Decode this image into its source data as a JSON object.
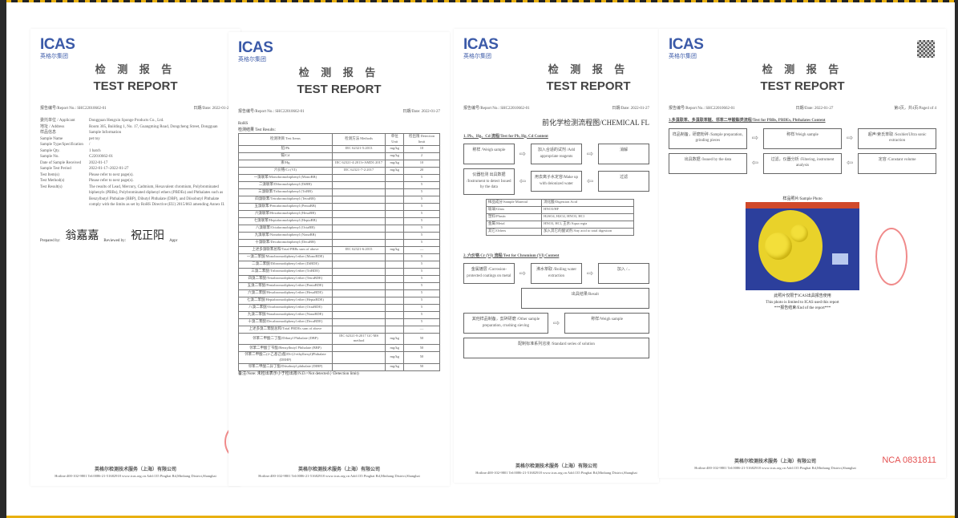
{
  "logo": {
    "brand": "ICAS",
    "sub": "英格尔集团"
  },
  "title_cn": "检 测 报 告",
  "title_en": "TEST REPORT",
  "report_no_label": "报告编号/Report No.:",
  "report_no": "SHC22010662-01",
  "date_label": "日期/Date:",
  "date": "2022-01-27",
  "page_label": "第4页，共4页/Page4 of 4",
  "page1": {
    "rows": [
      {
        "k": "委托单位 / Applicant",
        "v": "Dongguan Hengxin Sponge Products Co., Ltd."
      },
      {
        "k": "地址 / Address",
        "v": "Room 305, Building 1, No. 17, Guangming Road, Dongcheng Street, Dongguan"
      },
      {
        "k": "样品信息",
        "v": "Sample Information"
      },
      {
        "k": "Sample Name",
        "v": "pet toy"
      },
      {
        "k": "Sample Type/Specification",
        "v": "/"
      },
      {
        "k": "Sample Qty.",
        "v": "1 batch"
      },
      {
        "k": "Sample No.",
        "v": "C22010662-01"
      },
      {
        "k": "Date of Sample Received",
        "v": "2022-01-17"
      },
      {
        "k": "Sample Test Period",
        "v": "2022-01-17~2022-01-27"
      },
      {
        "k": "Test Item(s)",
        "v": "Please refer to next page(s)."
      },
      {
        "k": "Test Method(s)",
        "v": "Please refer to next page(s)."
      },
      {
        "k": "Test Result(s)",
        "v": "The results of Lead, Mercury, Cadmium, Hexavalent chromium, Polybrominated biphenyls (PBBs), Polybrominated diphenyl ethers (PBDEs) and Phthalates such as Benzylbutyl Phthalate (BBP), Dibutyl Phthalate (DBP), and Diisobutyl Phthalate comply with the limits as set by RoHS Directive (EU) 2015/863 amending Annex II."
      }
    ],
    "prepared_label": "Prepared by:",
    "prepared_sig": "翁嘉嘉",
    "reviewed_label": "Reviewed by:",
    "reviewed_sig": "祝正阳",
    "approved_label": "Appr"
  },
  "page2": {
    "heading": "RoHS",
    "results_label": "检测结果 Test Results:",
    "headers": [
      "检测项目 Test Items",
      "检测方法 Methods",
      "单位 Unit",
      "检出限 Detection limit"
    ],
    "rows": [
      [
        "铅/Pb",
        "IEC 62321-5:2013",
        "mg/kg",
        "10"
      ],
      [
        "镉/Cd",
        "",
        "mg/kg",
        "2"
      ],
      [
        "汞/Hg",
        "IEC 62321-4:2013+AMD1:2017",
        "mg/kg",
        "10"
      ],
      [
        "六价铬/Cr (VI)",
        "IEC 62321-7-2:2017",
        "mg/kg",
        "20"
      ],
      [
        "一溴联苯/Monobromobiphenyl (MonoBB)",
        "",
        "",
        "5"
      ],
      [
        "二溴联苯/Dibromobiphenyl (DiBB)",
        "",
        "",
        "5"
      ],
      [
        "三溴联苯/Tribromobiphenyl (TriBB)",
        "",
        "",
        "5"
      ],
      [
        "四溴联苯/Tetrabromobiphenyl (TetraBB)",
        "",
        "",
        "5"
      ],
      [
        "五溴联苯/Pentabromobiphenyl (PentaBB)",
        "",
        "",
        "5"
      ],
      [
        "六溴联苯/Hexabromobiphenyl (HexaBB)",
        "",
        "",
        "5"
      ],
      [
        "七溴联苯/Heptabromobiphenyl (HeptaBB)",
        "",
        "",
        "5"
      ],
      [
        "八溴联苯/Octabromobiphenyl (OctaBB)",
        "",
        "",
        "5"
      ],
      [
        "九溴联苯/Nonabromobiphenyl (NonaBB)",
        "",
        "",
        "5"
      ],
      [
        "十溴联苯/Decabromobiphenyl (DecaBB)",
        "",
        "",
        "5"
      ],
      [
        "上述多溴联苯总和/Total PBBs sum of above",
        "IEC 62321-6:2015",
        "mg/kg",
        "—"
      ],
      [
        "一溴二苯醚/Monobromodiphenyl ether (MonoBDE)",
        "",
        "",
        "5"
      ],
      [
        "二溴二苯醚/Dibromodiphenyl ether (DiBDE)",
        "",
        "",
        "5"
      ],
      [
        "三溴二苯醚/Tribromodiphenyl ether (TriBDE)",
        "",
        "",
        "5"
      ],
      [
        "四溴二苯醚/Tetrabromodiphenyl ether (TetraBDE)",
        "",
        "",
        "5"
      ],
      [
        "五溴二苯醚/Pentabromodiphenyl ether (PentaBDE)",
        "",
        "",
        "5"
      ],
      [
        "六溴二苯醚/Hexabromodiphenyl ether (HexaBDE)",
        "",
        "",
        "5"
      ],
      [
        "七溴二苯醚/Heptabromodiphenyl ether (HeptaBDE)",
        "",
        "",
        "5"
      ],
      [
        "八溴二苯醚/Octabromodiphenyl ether (OctaBDE)",
        "",
        "",
        "5"
      ],
      [
        "九溴二苯醚/Nonabromodiphenyl ether (NonaBDE)",
        "",
        "",
        "5"
      ],
      [
        "十溴二苯醚/Decabromodiphenyl ether (DecaBDE)",
        "",
        "",
        "5"
      ],
      [
        "上述多溴二苯醚总和/Total PBDEs sum of above",
        "",
        "",
        "—"
      ],
      [
        "邻苯二甲酸二丁酯/Dibutyl Phthalate (DBP)",
        "IEC 62321-8:2017 GC-MS method",
        "mg/kg",
        "50"
      ],
      [
        "邻苯二甲酸丁苄酯/Benzylbutyl Phthalate (BBP)",
        "",
        "mg/kg",
        "50"
      ],
      [
        "邻苯二甲酸二(2-乙基己)酯/Di-(2-ethylhexyl)Phthalate (DEHP)",
        "",
        "mg/kg",
        "50"
      ],
      [
        "邻苯二甲酸二异丁酯/Diisobutyl phthalate (DIBP)",
        "",
        "mg/kg",
        "50"
      ]
    ],
    "note": "备注/Note: 未检出表示小于检出限/N.D.=Not detected (<Detection limit)"
  },
  "page3": {
    "heading": "前化学检测流程图/CHEMICAL FL",
    "sec1": "1. Pb、Hg、Cd 流程/Test for Pb, Hg, Cd Content",
    "flow1": [
      "称样 /Weigh sample",
      "加入合适的试剂 /Add appropriate reagents",
      "消解"
    ],
    "flow2": [
      "仪器检测 出具数据 /Instrument to detect Issued by the data",
      "用去离子水定容/Make up with deionized water",
      "过滤"
    ],
    "materials": [
      [
        "样品成分/Sample Material",
        "消化酸/Digestion Acid"
      ],
      [
        "玻璃/Glass",
        "HNO3/HF"
      ],
      [
        "塑料/Plastic",
        "H2SO4, H2O2, HNO3, HCl"
      ],
      [
        "金属/Metal",
        "HNO3, HCl, 王水/Aqua regia"
      ],
      [
        "其它/Others",
        "加入其它的酸试剂/Any acid to total digestion"
      ]
    ],
    "sec2": "2. 六价铬 Cr (VI) 流程/Test for Chromium (VI) Content",
    "flow3": [
      "金属镀层 /Corrosion-protected coatings on metal",
      "沸水萃取 /Boiling water extraction",
      "加入 /..."
    ],
    "result_box": "出具结果/Result",
    "flow4": [
      "其他样品制备，剪碎研磨 /Other sample preparation, crushing sieving",
      "称样/Weigh sample"
    ],
    "flow5": [
      "配制标准系列溶液 /Standard series of solution"
    ]
  },
  "page4": {
    "sec": "3.多溴联苯、多溴联苯醚、邻苯二甲酸酯类流程/Test for PBBs, PBDEs, Phthalates Content",
    "flow1": [
      "样品制备，研磨粉碎 /Sample preparation, grinding pieces",
      "称样/Weigh sample",
      "超声/索氏萃取 /Soxhlet/Ultra sonic extraction"
    ],
    "flow2": [
      "出具数据 /Issued by the data",
      "过滤，仪器分析 /Filtering, instrument analysis",
      "定容 /Constant volume"
    ],
    "photo_label": "样品照片/Sample Photo",
    "photo_note1": "此照片仅限于ICAS出具报告使用",
    "photo_note2": "This photo is limited to ICAS used this report",
    "end": "***报告结束/End of the report***",
    "serial": "NCA 0831811"
  },
  "footer": {
    "company": "英格尔检测技术服务（上海）有限公司",
    "line": "Hotline:400-102-9801  Tel:0086-21-51682918  www.icas.org.cn  Add:135 Pinghai Rd,Minhang District,Shanghai"
  }
}
